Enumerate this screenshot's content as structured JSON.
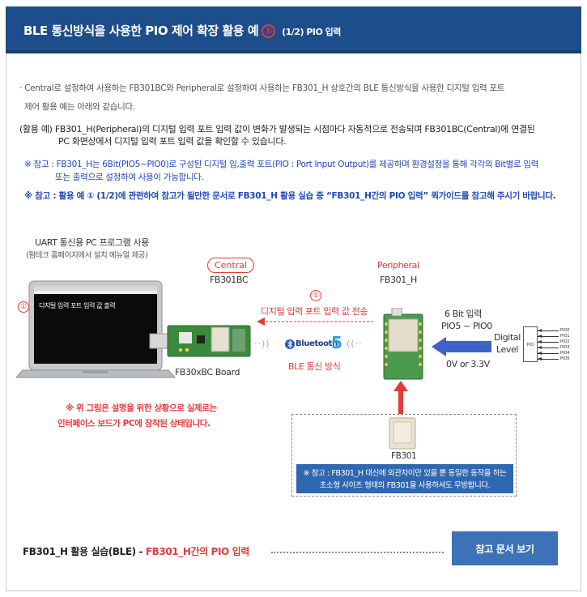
{
  "header": {
    "title": "BLE 통신방식을 사용한 PIO 제어 확장 활용 예",
    "number": "①",
    "subtitle": "(1/2) PIO 입력"
  },
  "intro": {
    "line1": "· Central로 설정하여 사용하는 FB301BC와 Peripheral로 설정하여 사용하는 FB301_H 상호간의 BLE 통신방식을 사용한 디지털 입력 포트",
    "line2": "제어 활용 예는 아래와 같습니다.",
    "example1": "(활용 예) FB301_H(Peripheral)의 디지털 입력 포트 입력 값이 변화가 발생되는 시점마다 자동적으로 전송되며 FB301BC(Central)에 연결된",
    "example2": "PC 화면상에서 디지털 입력 포트 입력 값을 확인할 수 있습니다.",
    "note1a": "※ 참고 : FB301_H는 6Bit(PIO5~PIO0)로 구성된 디지털 입,출력 포트(PIO : Port Input Output)를 제공하며 환경설정을 통해 각각의 Bit별로 입력",
    "note1b": "또는 출력으로 설정하여 사용이 가능합니다.",
    "note2": "※ 참고 : 활용 예 ① (1/2)에 관련하여 참고가 될만한 문서로 FB301_H 활용 실습 중 “FB301_H간의 PIO 입력” 퀵가이드를 참고해 주시기 바랍니다."
  },
  "diagram": {
    "pc_title": "UART 통신용 PC 프로그램 사용",
    "pc_sub": "(펌테크 홈페이지에서 설치 메뉴얼 제공)",
    "marker1": "①",
    "screen_text": "디지털 입력 포트 입력 값 출력",
    "central_label": "Central",
    "central_device": "FB301BC",
    "board_label": "FB30xBC Board",
    "peripheral_label": "Peripheral",
    "peripheral_device": "FB301_H",
    "transfer_marker": "①",
    "transfer_text": "디지털 입력 포트 입력 값 전송",
    "bluetooth_word": "Bluetooth",
    "bluetooth_ver": "5",
    "ble_label": "BLE 통신 방식",
    "input_bits": "6 Bit 입력",
    "input_range": "PIO5 ~ PIO0",
    "digital": "Digital",
    "level": "Level",
    "voltage": "0V or 3.3V",
    "pio_box": "PIO",
    "pio_pins": [
      "PIO0",
      "PIO1",
      "PIO2",
      "PIO3",
      "PIO4",
      "PIO5"
    ],
    "warning1": "※ 위 그림은 설명을 위한 상황으로 실제로는",
    "warning2": "인터페이스 보드가 PC에 장착된 상태입니다.",
    "fb301_label": "FB301",
    "fb301_note1": "※ 참고 : FB301_H 대신에 외관차이만 있을 뿐 동일한 동작을 하는",
    "fb301_note2": "초소형 사이즈 형태의 FB301을 사용하셔도 무방합니다."
  },
  "footer": {
    "prefix": "FB301_H 활용 실습(BLE) - ",
    "highlight": "FB301_H간의 PIO 입력",
    "button": "참고 문서 보기"
  },
  "colors": {
    "header_bg": "#1d4d8a",
    "accent_red": "#e23a3a",
    "note_blue": "#1f47b8",
    "button_bg": "#3d72b8"
  }
}
